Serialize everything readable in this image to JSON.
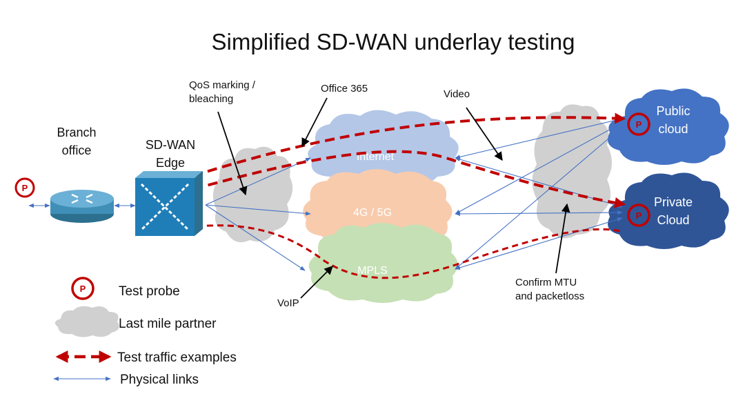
{
  "title": "Simplified SD-WAN underlay testing",
  "colors": {
    "probe_red": "#c00000",
    "link_blue": "#4472c4",
    "partner_gray": "#d0d0d0",
    "internet_blue": "#b4c7e7",
    "lte_orange": "#f8cbad",
    "mpls_green": "#c5e0b4",
    "public_cloud": "#4472c4",
    "private_cloud": "#2f5597",
    "router_blue": "#3f8fb8"
  },
  "nodes": {
    "branch_office": [
      "Branch",
      "office"
    ],
    "sdwan_edge": [
      "SD-WAN",
      "Edge"
    ],
    "public_cloud": [
      "Public",
      "cloud"
    ],
    "private_cloud": [
      "Private",
      "Cloud"
    ],
    "probe_symbol": "P"
  },
  "transports": {
    "internet": "Internet",
    "lte": "4G / 5G",
    "mpls": "MPLS"
  },
  "annotations": {
    "qos": [
      "QoS marking /",
      "bleaching"
    ],
    "office365": "Office 365",
    "video": "Video",
    "voip": "VoIP",
    "mtu": [
      "Confirm MTU",
      "and packetloss"
    ]
  },
  "legend": {
    "probe": "Test probe",
    "partner": "Last mile partner",
    "traffic": "Test traffic examples",
    "physical": "Physical links"
  }
}
